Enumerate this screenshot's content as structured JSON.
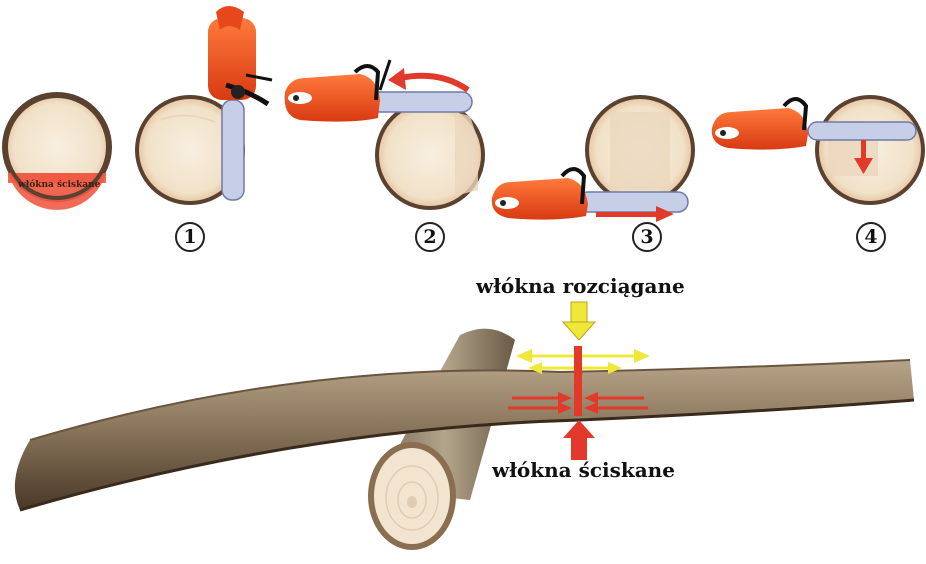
{
  "labels": {
    "log_compressed": "włókna ściskane",
    "tension_fibers": "włókna rozciągane",
    "compression_fibers": "włókna ściskane"
  },
  "steps": [
    {
      "number": "1"
    },
    {
      "number": "2"
    },
    {
      "number": "3"
    },
    {
      "number": "4"
    }
  ],
  "colors": {
    "wood": "#f2e4cf",
    "bark": "#5a4130",
    "saw_orange": "#e8471c",
    "bar_blue": "#c7cfe8",
    "arrow_red": "#e23a2a",
    "arrow_yellow": "#f0e838",
    "compressed_zone": "#ef5a45"
  },
  "icons": [
    "chainsaw-icon",
    "log-cross-section-icon",
    "curved-arrow-icon"
  ]
}
